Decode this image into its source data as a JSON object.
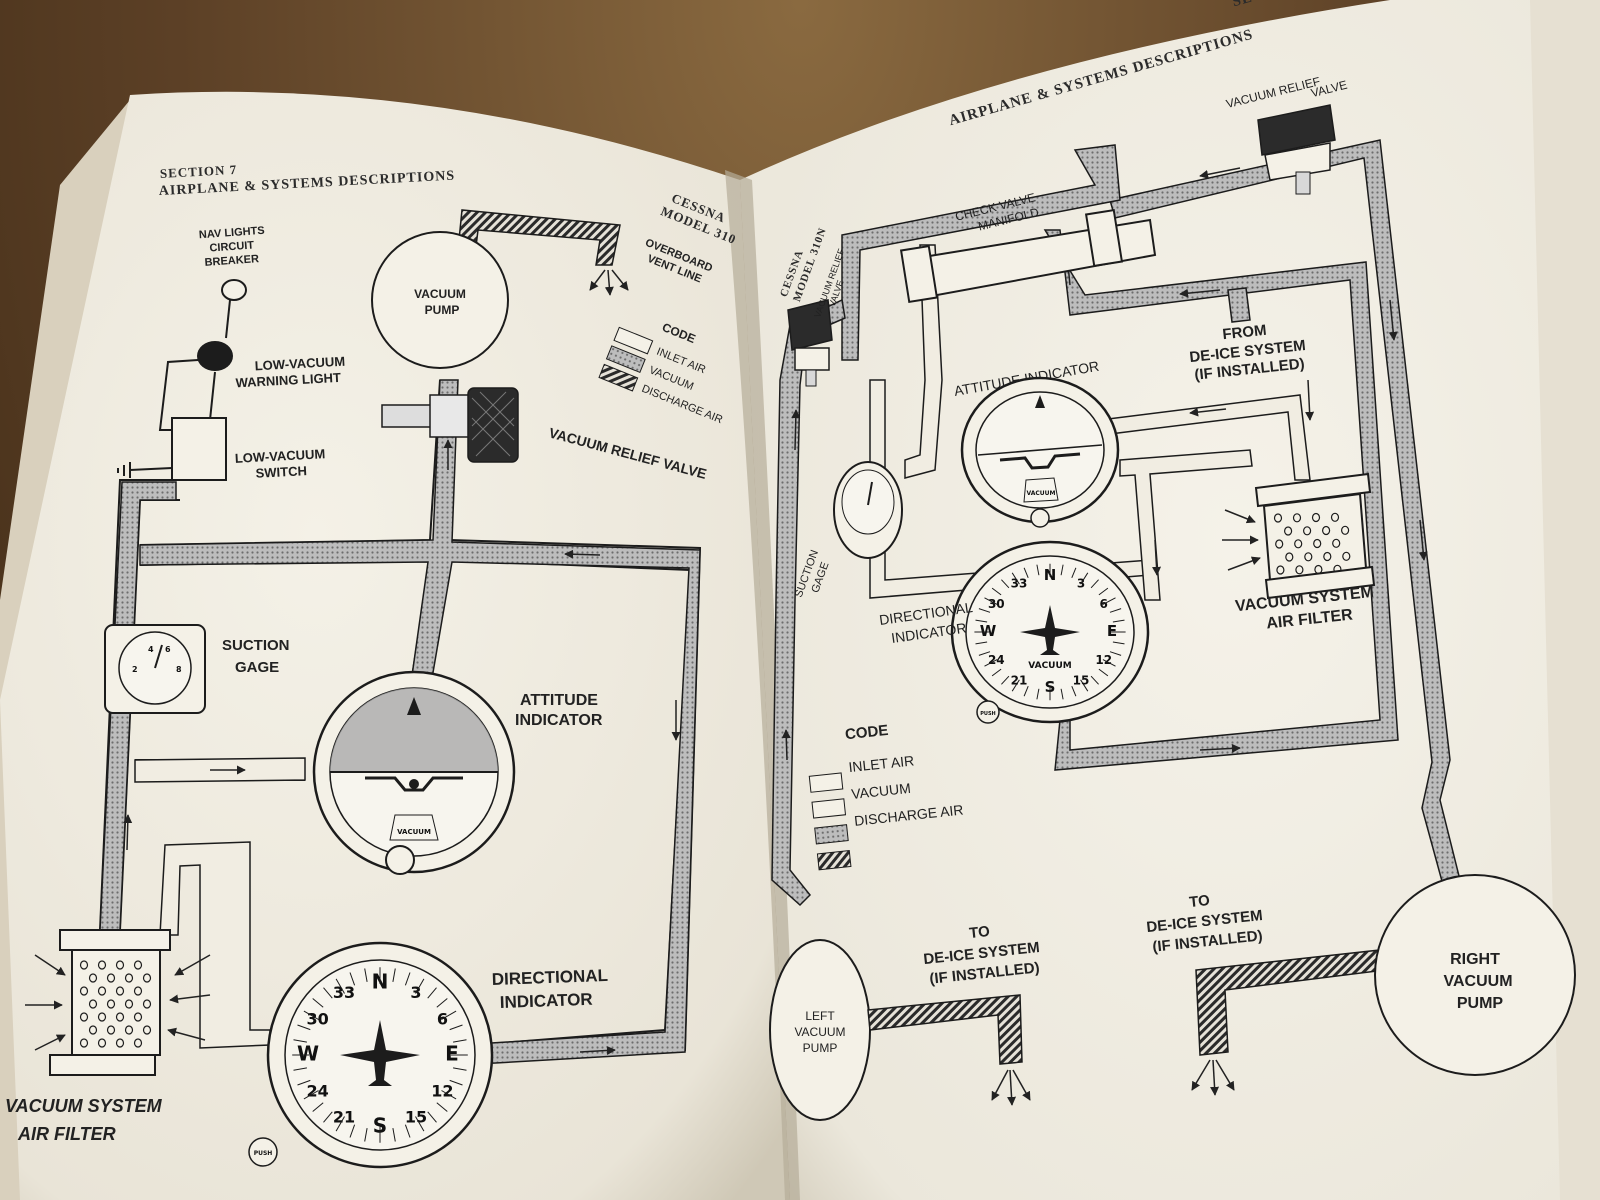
{
  "left_page": {
    "header_section": "SECTION 7",
    "header_title": "AIRPLANE & SYSTEMS DESCRIPTIONS",
    "header_model_1": "CESSNA",
    "header_model_2": "MODEL 310",
    "nav_lights_breaker": [
      "NAV LIGHTS",
      "CIRCUIT",
      "BREAKER"
    ],
    "low_vacuum_light": [
      "LOW-VACUUM",
      "WARNING LIGHT"
    ],
    "low_vacuum_switch": [
      "LOW-VACUUM",
      "SWITCH"
    ],
    "vacuum_pump": [
      "VACUUM",
      "PUMP"
    ],
    "overboard_vent": [
      "OVERBOARD",
      "VENT LINE"
    ],
    "vacuum_relief_valve": "VACUUM RELIEF VALVE",
    "code_title": "CODE",
    "code_items": [
      "INLET AIR",
      "VACUUM",
      "DISCHARGE AIR"
    ],
    "suction_gage": [
      "SUCTION",
      "GAGE"
    ],
    "attitude_indicator": [
      "ATTITUDE",
      "INDICATOR"
    ],
    "directional_indicator": [
      "DIRECTIONAL",
      "INDICATOR"
    ],
    "air_filter": [
      "VACUUM SYSTEM",
      "AIR FILTER"
    ],
    "attitude_face_text": "VACUUM",
    "push_knob": "PUSH"
  },
  "right_page": {
    "header_section": "SECTION",
    "header_title": "AIRPLANE & SYSTEMS DESCRIPTIONS",
    "header_model_1": "CESSNA",
    "header_model_2": "MODEL 310N",
    "vacuum_relief_valve_top": [
      "VACUUM RELIEF",
      "VALVE"
    ],
    "vacuum_relief_valve_left": [
      "VACUUM RELIEF",
      "VALVE"
    ],
    "check_valve": [
      "CHECK VALVE",
      "MANIFOLD"
    ],
    "from_deice": [
      "FROM",
      "DE-ICE SYSTEM",
      "(IF INSTALLED)"
    ],
    "attitude_indicator": "ATTITUDE INDICATOR",
    "suction_gage": [
      "SUCTION",
      "GAGE"
    ],
    "directional_indicator": [
      "DIRECTIONAL",
      "INDICATOR"
    ],
    "air_filter": [
      "VACUUM SYSTEM",
      "AIR FILTER"
    ],
    "code_title": "CODE",
    "code_items": [
      "INLET AIR",
      "VACUUM",
      "DISCHARGE AIR"
    ],
    "to_deice_left": [
      "TO",
      "DE-ICE SYSTEM",
      "(IF INSTALLED)"
    ],
    "to_deice_right": [
      "TO",
      "DE-ICE SYSTEM",
      "(IF INSTALLED)"
    ],
    "left_pump": [
      "LEFT",
      "VACUUM",
      "PUMP"
    ],
    "right_pump": [
      "RIGHT",
      "VACUUM",
      "PUMP"
    ],
    "attitude_face_text": "VACUUM",
    "push_knob": "PUSH"
  },
  "compass_labels": [
    "N",
    "3",
    "6",
    "E",
    "12",
    "15",
    "S",
    "21",
    "24",
    "W",
    "30",
    "33"
  ],
  "colors": {
    "paper": "#f1ede2",
    "ink": "#1c1c1c",
    "vacuum_fill": "#a9a9a9"
  }
}
